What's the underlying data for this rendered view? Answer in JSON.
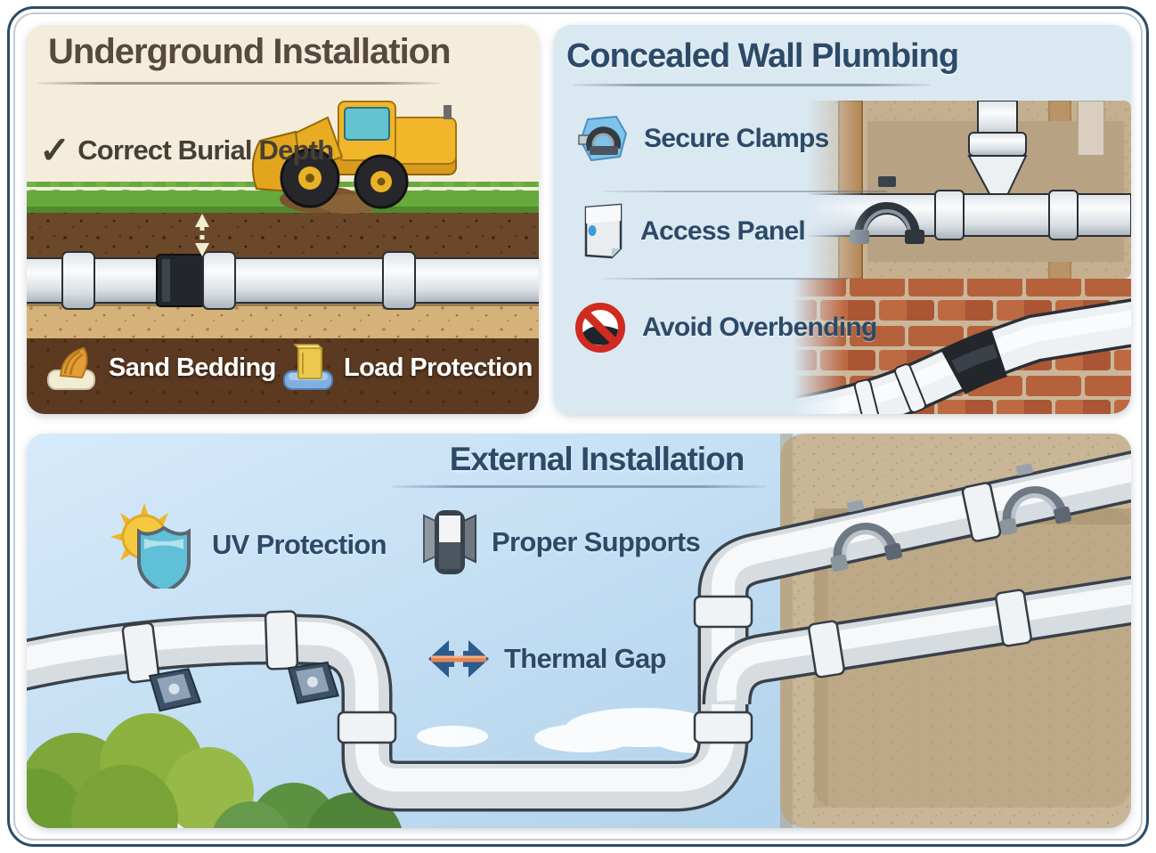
{
  "diagram": {
    "check_glyph": "✓",
    "panels": [
      {
        "id": "underground-installation",
        "title": "Underground Installation",
        "items": [
          {
            "icon": "checkmark-icon",
            "label": "Correct Burial Depth"
          },
          {
            "icon": "sand-bedding-icon",
            "label": "Sand Bedding"
          },
          {
            "icon": "load-protection-icon",
            "label": "Load Protection"
          }
        ]
      },
      {
        "id": "concealed-wall-plumbing",
        "title": "Concealed Wall Plumbing",
        "items": [
          {
            "icon": "pipe-clamp-icon",
            "label": "Secure Clamps"
          },
          {
            "icon": "access-panel-icon",
            "label": "Access Panel"
          },
          {
            "icon": "no-overbending-icon",
            "label": "Avoid Overbending"
          }
        ]
      },
      {
        "id": "external-installation",
        "title": "External Installation",
        "items": [
          {
            "icon": "sun-shield-icon",
            "label": "UV Protection"
          },
          {
            "icon": "pipe-support-icon",
            "label": "Proper Supports"
          },
          {
            "icon": "thermal-gap-icon",
            "label": "Thermal Gap"
          }
        ]
      }
    ],
    "colors": {
      "frame_navy": "#2e4d66",
      "cream_panel": "#f4eddb",
      "blue_panel": "#dae8f2",
      "sky_gradient_top": "#d6eafa",
      "sky_gradient_bottom": "#a9cdea",
      "title_brown": "#57493d",
      "title_navy": "#2c4a68",
      "label_white": "#ffffff",
      "grass_green": "#67a93c",
      "topsoil_brown": "#6b4829",
      "sand_tan": "#d4b279",
      "subsoil_brown": "#5c3a21",
      "pipe_white": "#eef1f4",
      "fitting_black": "#23272c",
      "excavator_yellow": "#f1b62a",
      "wall_tan": "#c9b696",
      "brick_red": "#b4613c",
      "wood_brown": "#b0793e",
      "prohibition_red": "#cf2b20",
      "sun_yellow": "#f5c33b",
      "shield_teal": "#5fc0d8",
      "thermal_arrow_navy": "#2b5b8f",
      "thermal_bar_orange": "#e8854e"
    }
  }
}
